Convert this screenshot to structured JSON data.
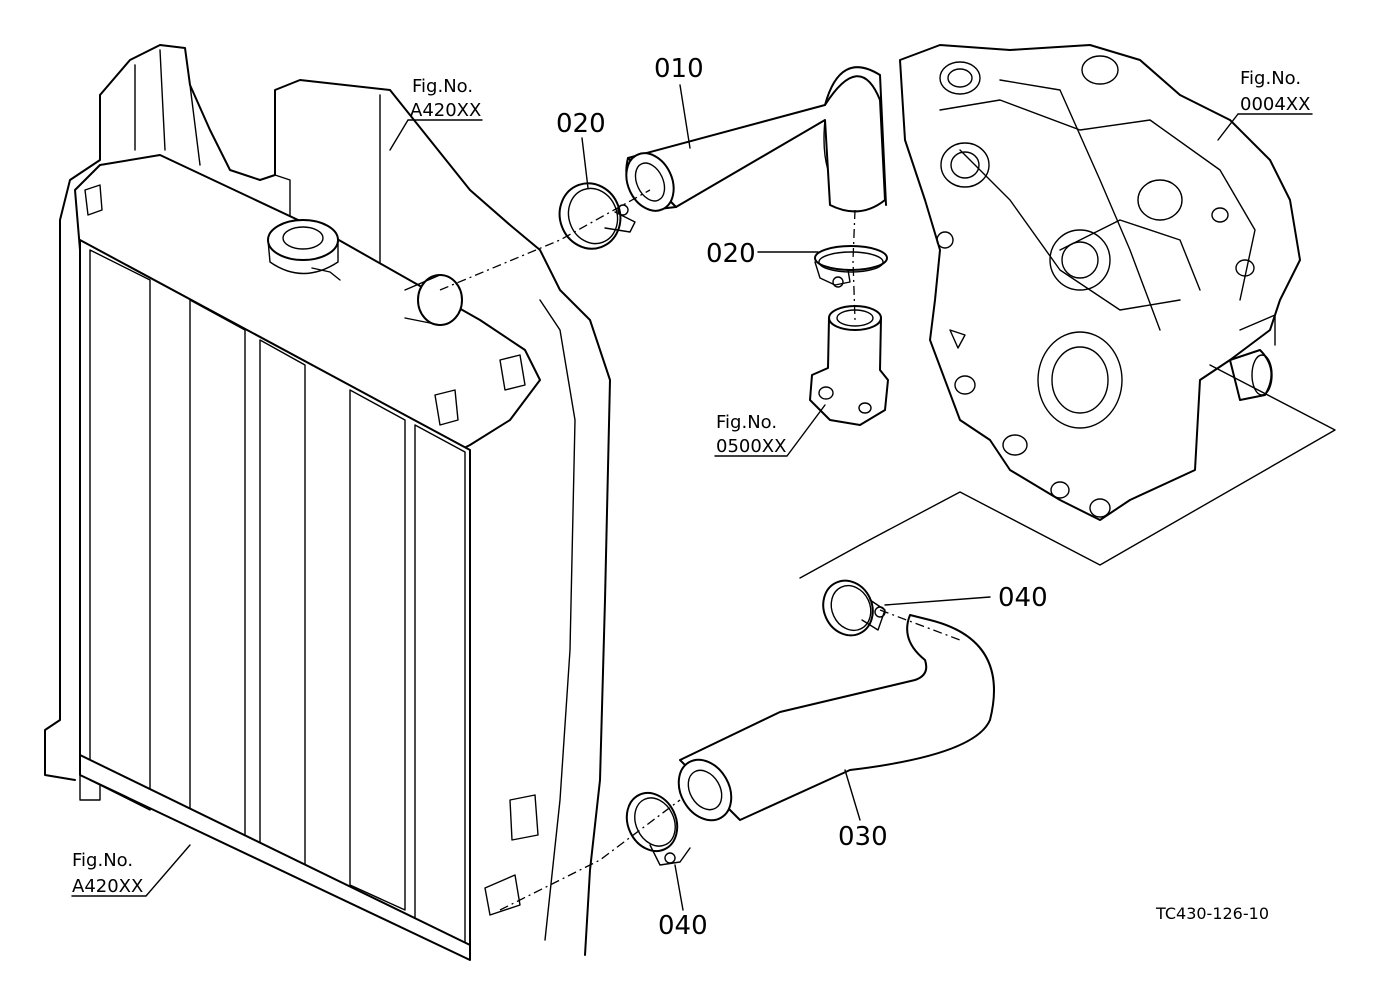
{
  "parts": {
    "p010": "010",
    "p020a": "020",
    "p020b": "020",
    "p030": "030",
    "p040a": "040",
    "p040b": "040"
  },
  "figs": {
    "radiator_top": {
      "label": "Fig.No.",
      "code": "A420XX"
    },
    "radiator_bottom": {
      "label": "Fig.No.",
      "code": "A420XX"
    },
    "engine": {
      "label": "Fig.No.",
      "code": "0004XX"
    },
    "thermostat": {
      "label": "Fig.No.",
      "code": "0500XX"
    }
  },
  "drawing_code": "TC430-126-10",
  "colors": {
    "line": "#000000",
    "background": "#ffffff"
  }
}
